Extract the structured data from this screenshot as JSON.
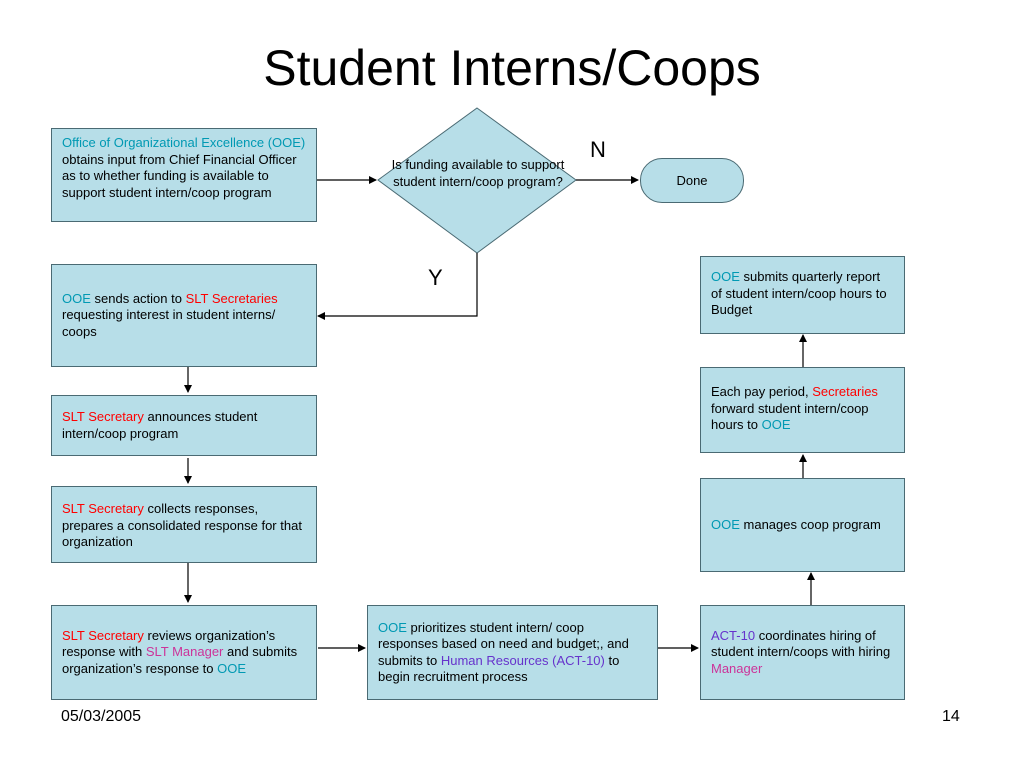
{
  "title": "Student Interns/Coops",
  "nodes": {
    "ooe_input": {
      "a": "Office of Organizational Excellence (OOE)",
      "b": " obtains input from Chief Financial Officer as to whether funding is available to support student intern/coop program"
    },
    "decision": "Is funding available to support student intern/coop program?",
    "done": "Done",
    "ooe_sends": {
      "a": "OOE",
      "b": "  sends action to ",
      "c": "SLT Secretaries",
      "d": " requesting interest in student interns/ coops"
    },
    "slt_announces": {
      "a": "SLT Secretary",
      "b": " announces student intern/coop program"
    },
    "slt_collects": {
      "a": "SLT Secretary",
      "b": " collects responses, prepares a consolidated response for that organization"
    },
    "slt_reviews": {
      "a": " SLT Secretary",
      "b": " reviews organization’s response with ",
      "c": "SLT Manager",
      "d": " and submits organization’s response to ",
      "e": "OOE"
    },
    "ooe_prioritizes": {
      "a": "OOE",
      "b": " prioritizes student intern/ coop responses based on need and budget;, and submits to ",
      "c": "Human Resources (ACT-10)",
      "d": " to begin recruitment process"
    },
    "act10": {
      "a": "ACT-10",
      "b": " coordinates hiring of student intern/coops with hiring ",
      "c": "Manager"
    },
    "ooe_manages": {
      "a": "OOE",
      "b": " manages coop program"
    },
    "pay_period": {
      "a": "Each pay period, ",
      "b": "Secretaries",
      "c": " forward student intern/coop hours to ",
      "d": "OOE"
    },
    "ooe_report": {
      "a": "OOE",
      "b": " submits quarterly report of student intern/coop hours to Budget"
    }
  },
  "edge_labels": {
    "no": "N",
    "yes": "Y"
  },
  "footer": {
    "date": "05/03/2005",
    "page": "14"
  },
  "colors": {
    "box_fill": "#b7dee8",
    "box_border": "#4a6a73",
    "teal": "#0099b3",
    "red": "#ff0000",
    "magenta": "#cc3399",
    "purple": "#6633cc"
  }
}
